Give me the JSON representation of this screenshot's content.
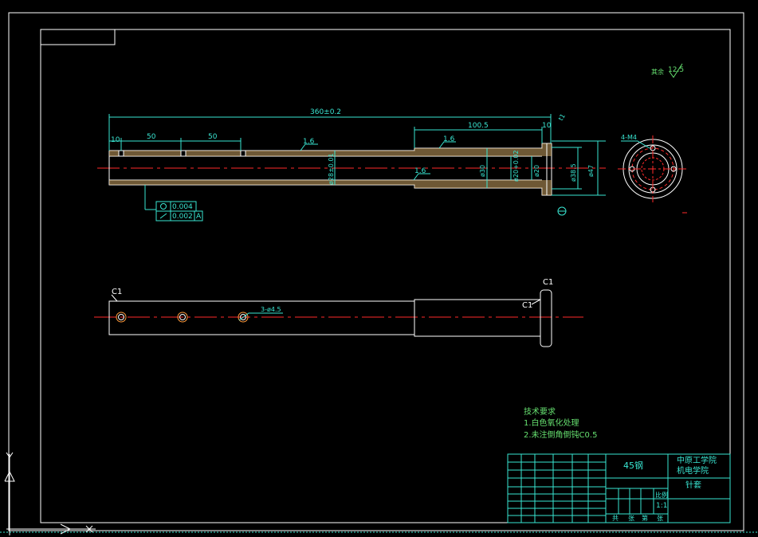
{
  "colors": {
    "background": "#000000",
    "outline": "#ffffff",
    "dimension": "#39e6d2",
    "centerline": "#ff2a2a",
    "note": "#66e070",
    "hatch": "#c8a060"
  },
  "front_view": {
    "overall_length": "360±0.2",
    "dim_10_left": "10",
    "dim_50_a": "50",
    "dim_50_b": "50",
    "dim_100_5": "100.5",
    "dim_10_right": "10",
    "dim_t1": "t1",
    "rough_a": "1.6",
    "rough_b": "1.6",
    "rough_c": "1.6",
    "dia_28": "ø28±0.01",
    "dia_30": "ø30",
    "dia_20": "ø20",
    "dia_20_tol": "ø20+0.02",
    "dia_38_5": "ø38.5",
    "dia_47": "ø47",
    "tol_1_value": "0.004",
    "tol_2_value": "0.002",
    "tol_2_datum": "A",
    "roughness_rest_label": "其余",
    "roughness_rest_value": "12.5"
  },
  "end_view": {
    "holes_label": "4-M4"
  },
  "bottom_view": {
    "chamfer_left": "C1",
    "chamfer_mid": "C1",
    "chamfer_right": "C1",
    "holes_label": "3-ø4.5"
  },
  "notes": {
    "title": "技术要求",
    "line1": "1.白色氧化处理",
    "line2": "2.未注倒角倒钝C0.5"
  },
  "title_block": {
    "material": "45钢",
    "school_line1": "中原工学院",
    "school_line2": "机电学院",
    "part_name": "针套",
    "scale": "1:1",
    "scale_label": "比例",
    "total_label": "共",
    "sheet_label": "张",
    "page_label": "第",
    "page_sheet_label": "张"
  }
}
